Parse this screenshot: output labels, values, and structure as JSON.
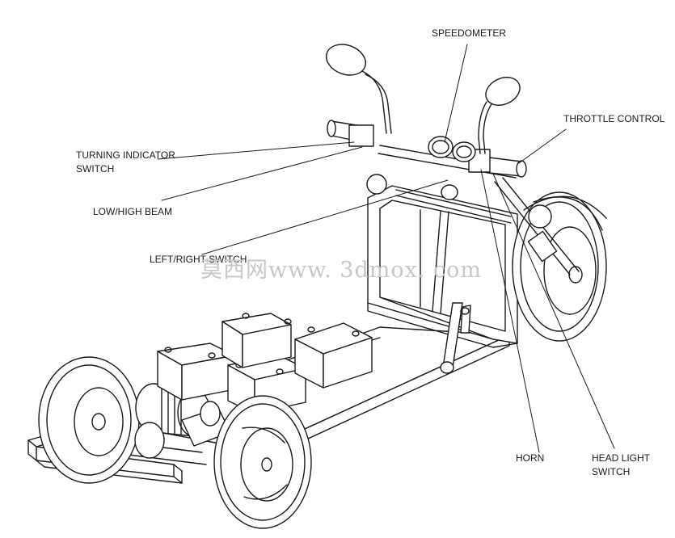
{
  "callouts": {
    "speedometer": "SPEEDOMETER",
    "throttle_control": "THROTTLE CONTROL",
    "turning_indicator_line1": "TURNING INDICATOR",
    "turning_indicator_line2": "SWITCH",
    "low_high_beam": "LOW/HIGH BEAM",
    "left_right_switch": "LEFT/RIGHT SWITCH",
    "horn": "HORN",
    "head_light_line1": "HEAD LIGHT",
    "head_light_line2": "SWITCH"
  },
  "watermark": "莫西网www. 3dmox. com",
  "colors": {
    "ink": "#1a1a1a",
    "watermark": "#c8c8c8",
    "background": "#ffffff"
  }
}
